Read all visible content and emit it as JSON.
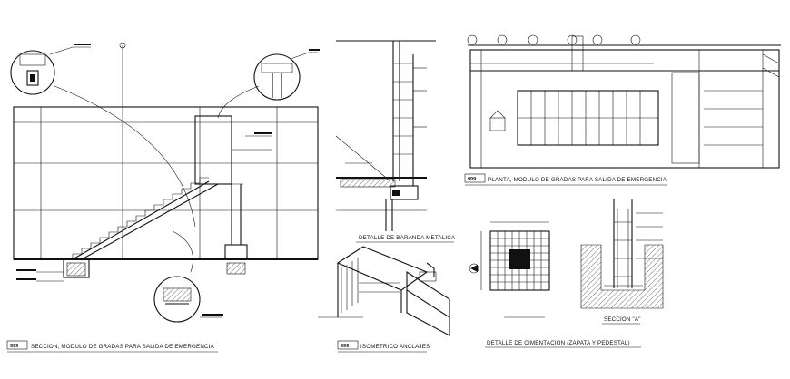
{
  "drawings": {
    "section": {
      "tag": "999",
      "title": "SECCION, MODULO DE GRADAS PARA SALIDA DE EMERGENCIA"
    },
    "railing_detail": {
      "title": "DETALLE DE BARANDA METALICA"
    },
    "isometric": {
      "tag": "999",
      "title": "ISOMETRICO ANCLAJES"
    },
    "plan": {
      "tag": "999",
      "title": "PLANTA, MODULO DE GRADAS PARA SALIDA DE EMERGENCIA"
    },
    "foundation": {
      "title": "DETALLE DE CIMENTACION (ZAPATA Y PEDESTAL)"
    },
    "section_a": {
      "title": "SECCION \"A\""
    }
  },
  "colors": {
    "line": "#111111",
    "background": "#ffffff",
    "grid": "#777777"
  }
}
